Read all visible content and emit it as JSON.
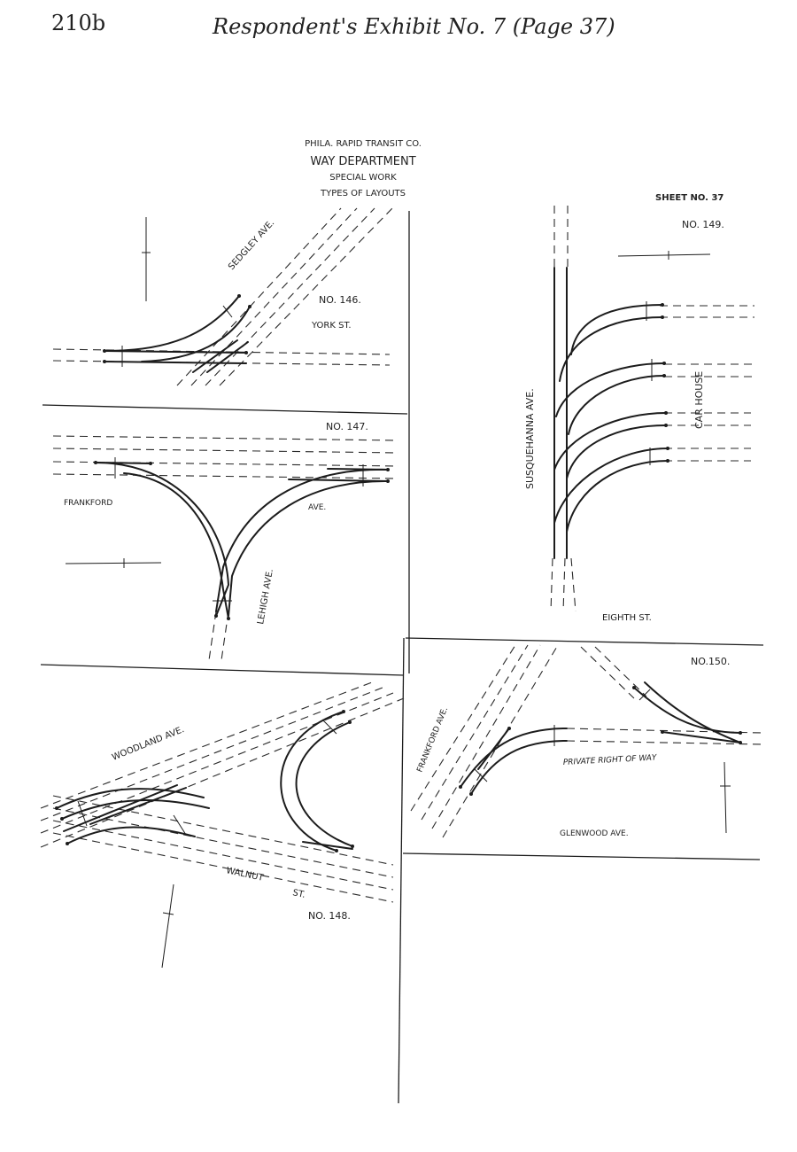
{
  "page": {
    "number": "210b",
    "title": "Respondent's Exhibit No. 7 (Page 37)"
  },
  "header": {
    "company": "PHILA. RAPID TRANSIT CO.",
    "department": "WAY DEPARTMENT",
    "subtitle1": "SPECIAL WORK",
    "subtitle2": "TYPES OF LAYOUTS",
    "sheet": "SHEET NO. 37"
  },
  "layouts": {
    "l146": {
      "number": "NO. 146.",
      "street1": "SEDGLEY AVE.",
      "street2": "YORK ST."
    },
    "l147": {
      "number": "NO. 147.",
      "street1": "FRANKFORD",
      "street1b": "AVE.",
      "street2": "LEHIGH AVE."
    },
    "l148": {
      "number": "NO. 148.",
      "street1": "WOODLAND AVE.",
      "street2": "WALNUT",
      "street2b": "ST."
    },
    "l149": {
      "number": "NO. 149.",
      "street1": "SUSQUEHANNA AVE.",
      "street2": "EIGHTH ST.",
      "building": "CAR HOUSE"
    },
    "l150": {
      "number": "NO.150.",
      "street1": "FRANKFORD AVE.",
      "street2": "GLENWOOD AVE.",
      "note": "PRIVATE RIGHT OF WAY"
    }
  }
}
